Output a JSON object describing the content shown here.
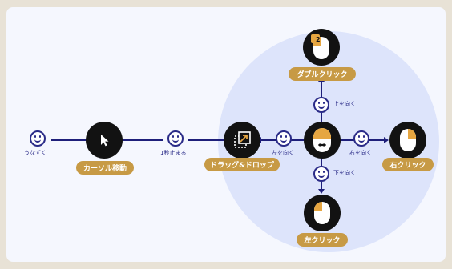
{
  "labels": {
    "cursor_move": "カーソル移動",
    "drag_drop": "ドラッグ&ドロップ",
    "double_click": "ダブルクリック",
    "right_click": "右クリック",
    "left_click": "左クリック"
  },
  "captions": {
    "nod": "うなずく",
    "pause": "1秒止まる",
    "look_up": "上を向く",
    "look_left": "左を向く",
    "look_right": "右を向く",
    "look_down": "下を向く"
  },
  "double_click_badge": "2",
  "colors": {
    "line": "#1e1f7a",
    "label_bg": "#c79a45",
    "node_bg": "#121212",
    "circle_bg": "#dde4fb",
    "mouse_accent": "#e6a641"
  }
}
